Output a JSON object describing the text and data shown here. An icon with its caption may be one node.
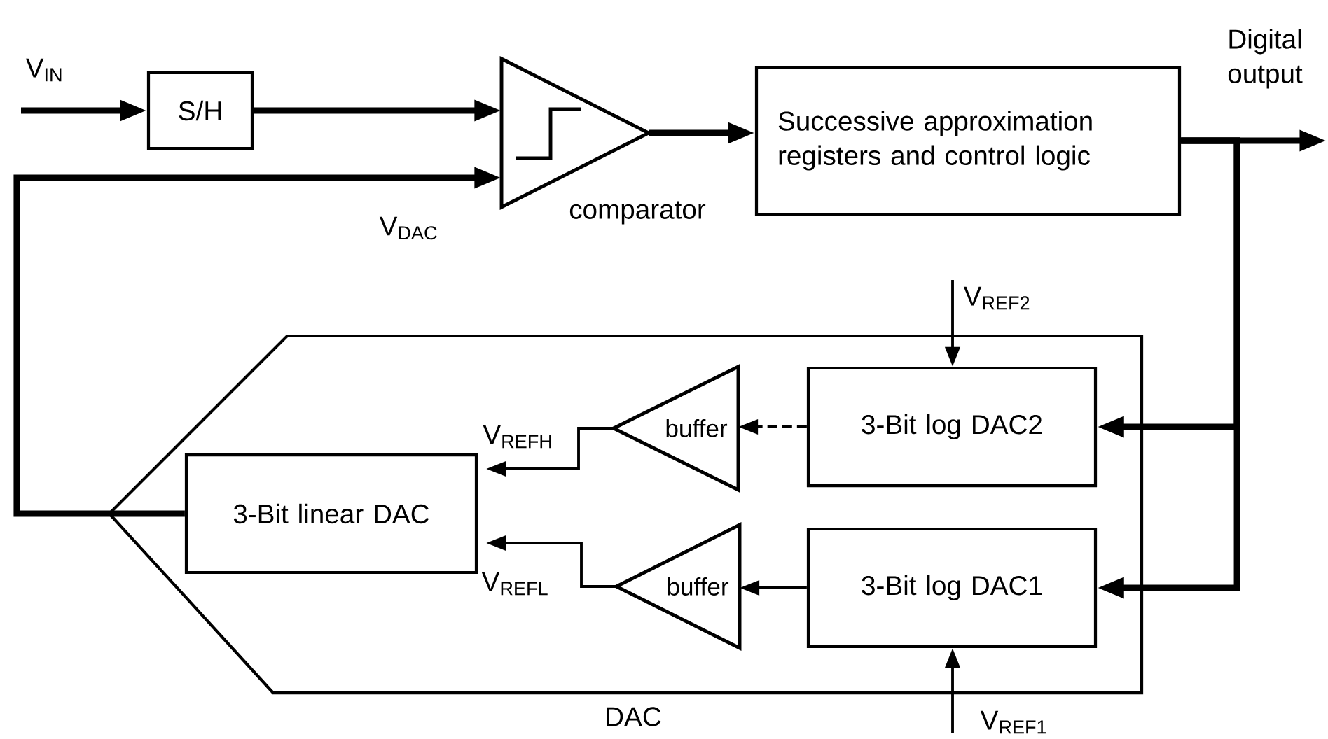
{
  "diagram": {
    "nodes": [
      {
        "text": [
          "S/H"
        ]
      },
      {
        "text": [
          "comparator"
        ]
      },
      {
        "text": [
          "Successive approximation registers and control logic"
        ]
      },
      {
        "text": [
          "DAC"
        ]
      },
      {
        "text": [
          "3-Bit linear DAC"
        ],
        "in": 3
      },
      {
        "text": [
          "buffer"
        ],
        "in": 3
      },
      {
        "text": [
          "3-Bit log DAC2"
        ],
        "in": 3
      },
      {
        "text": [
          "buffer"
        ],
        "in": 3
      },
      {
        "text": [
          "3-Bit log DAC1"
        ],
        "in": 3
      }
    ],
    "edges": [
      {
        "from": null,
        "to": 0,
        "arrow": "to",
        "label": "V$_{IN}$"
      },
      {
        "from": 0,
        "to": 1,
        "arrow": "to"
      },
      {
        "from": 1,
        "to": 2,
        "arrow": "to"
      },
      {
        "from": 2,
        "to": null,
        "arrow": "to"
      },
      {
        "from": 2,
        "to": 6,
        "arrow": "to"
      },
      {
        "from": 2,
        "to": 8,
        "arrow": "to"
      },
      {
        "from": 6,
        "to": 5,
        "arrow": "to",
        "style": "dashed"
      },
      {
        "from": 5,
        "to": 4,
        "arrow": "to",
        "label": "V$_{REFH}$"
      },
      {
        "from": 8,
        "to": 7,
        "arrow": "to"
      },
      {
        "from": 7,
        "to": 4,
        "arrow": "to",
        "label": "V$_{REFL}$"
      },
      {
        "from": null,
        "to": 6,
        "arrow": "to",
        "label": "V$_{REF2}$"
      },
      {
        "from": null,
        "to": 8,
        "arrow": "to",
        "label": "V$_{REF1}$"
      },
      {
        "from": 4,
        "to": 1,
        "arrow": "to",
        "label": "V$_{DAC}$"
      }
    ],
    "labels": [
      "Digital output"
    ]
  }
}
